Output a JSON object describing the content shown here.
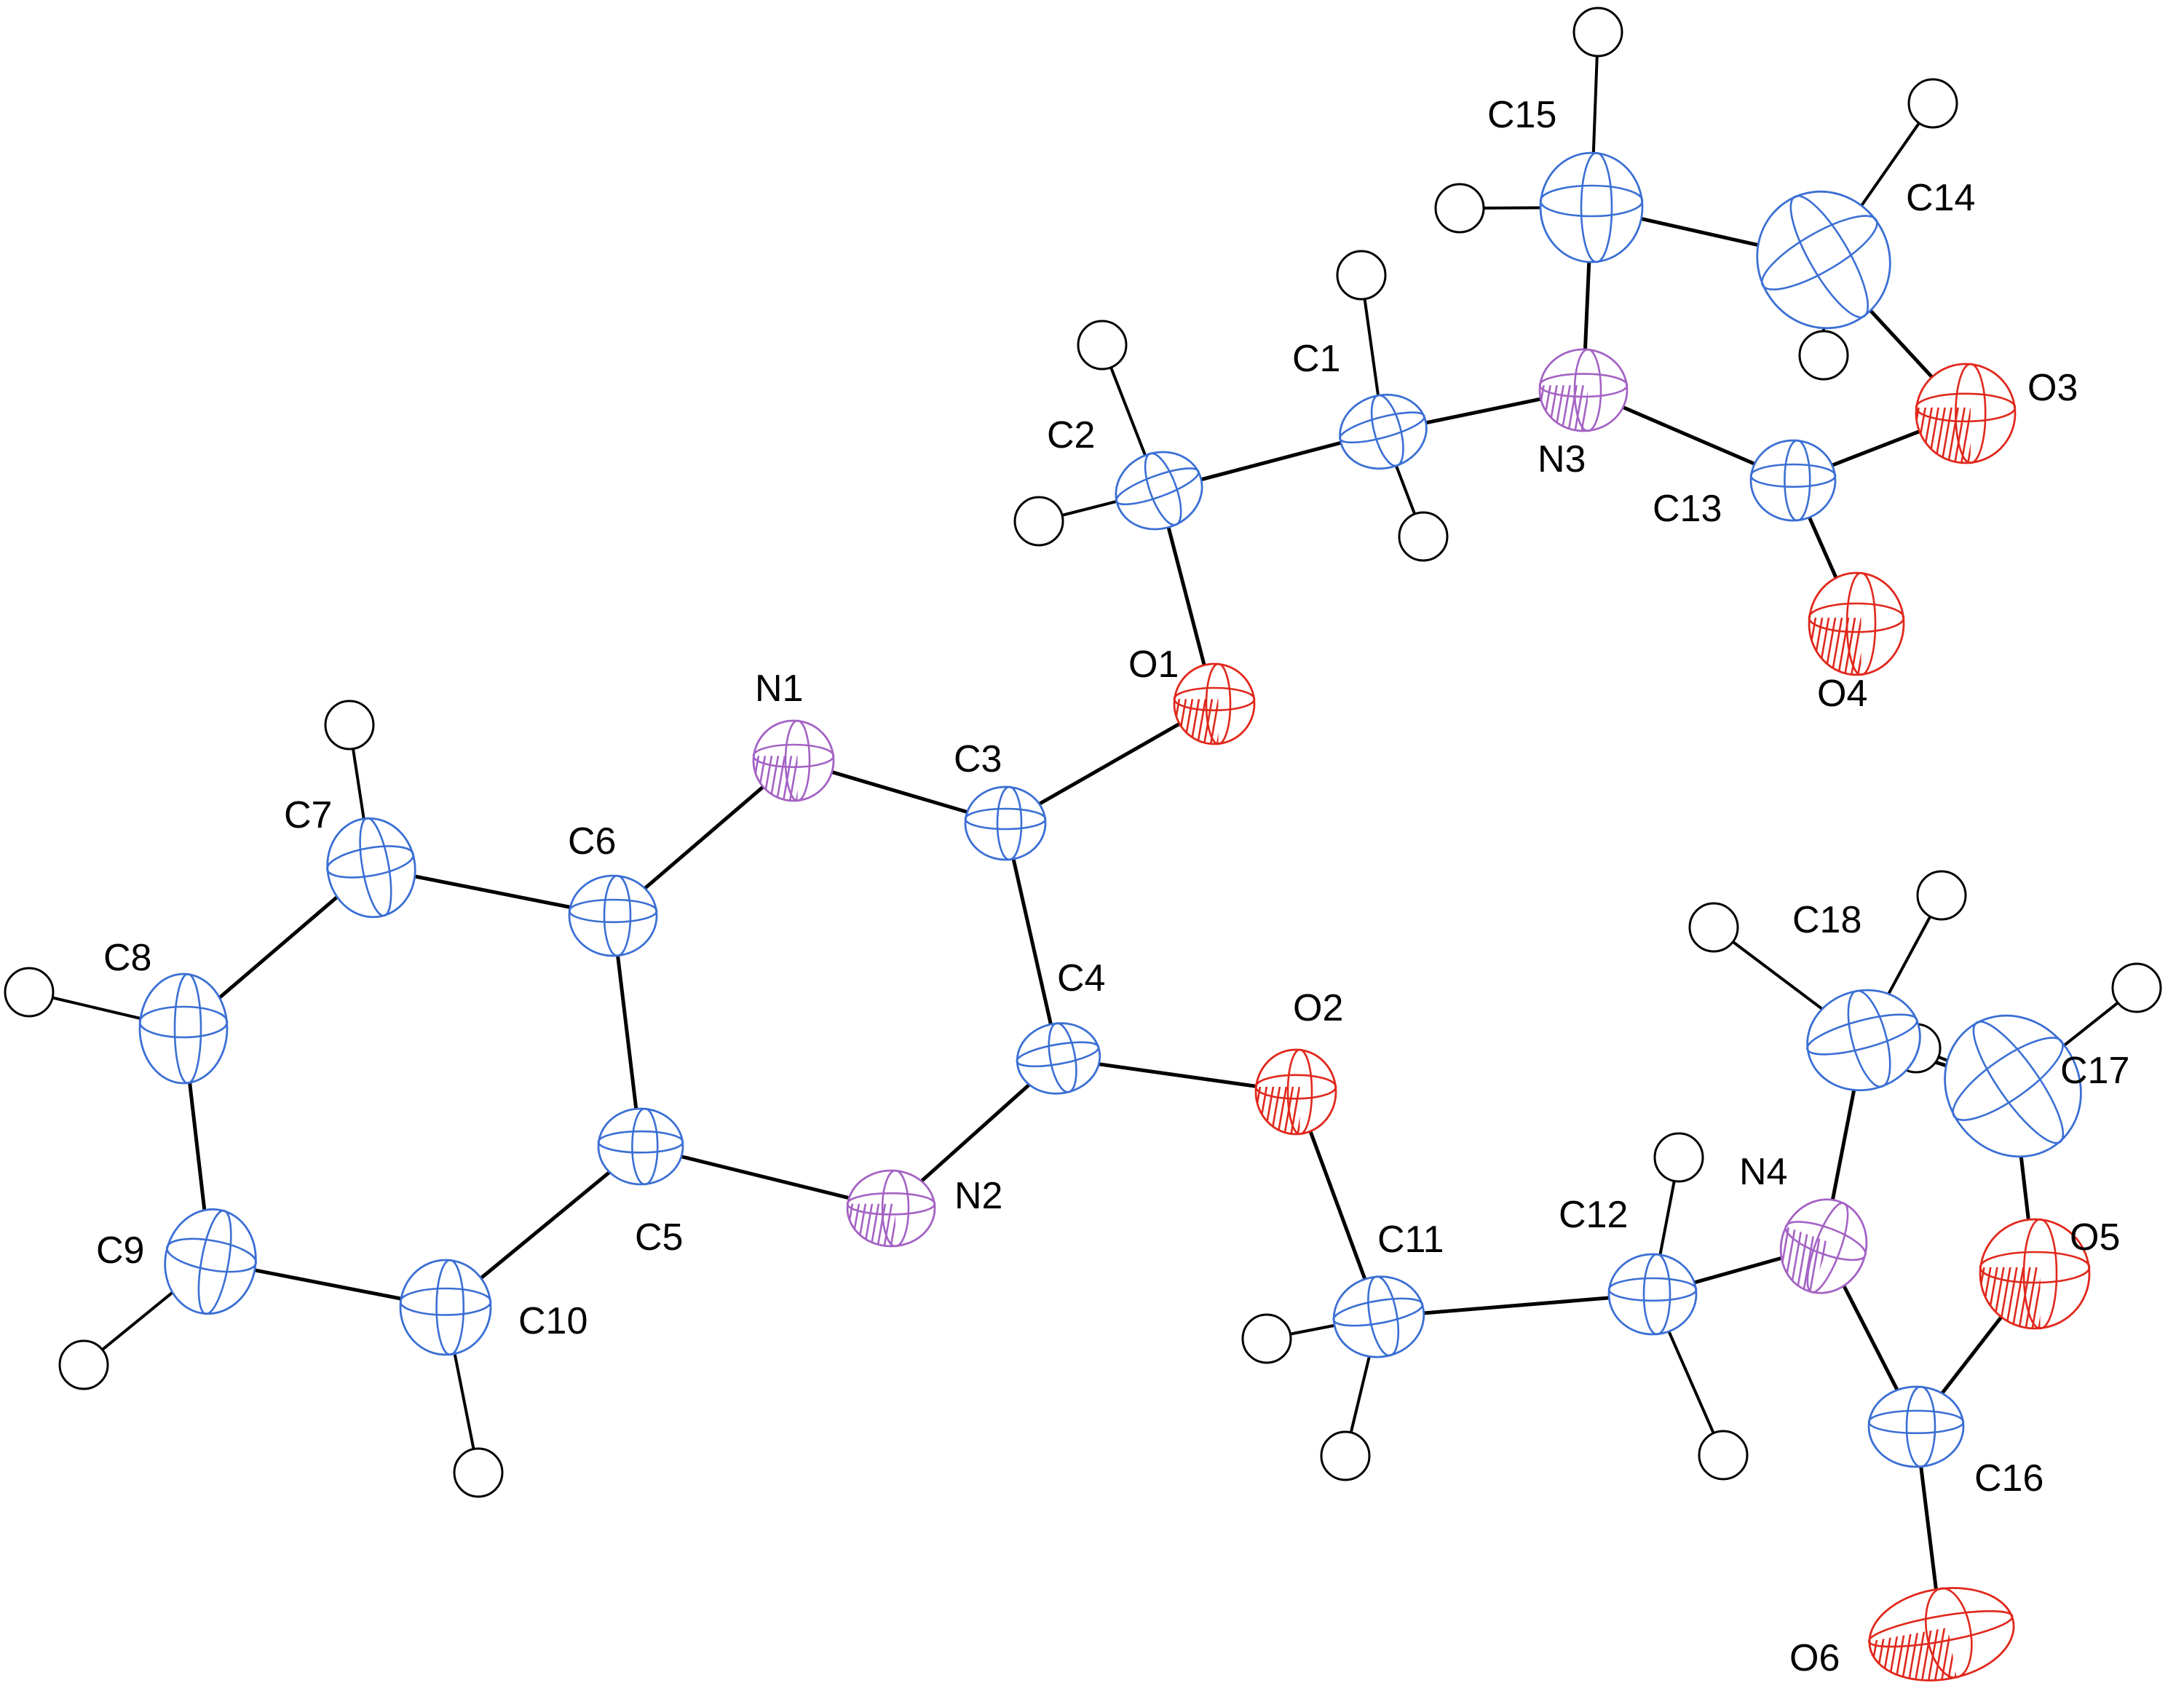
{
  "colors": {
    "C": "#3b6fd4",
    "N": "#a463c4",
    "O": "#e0281c",
    "H": "#000000",
    "bond": "#000000"
  },
  "atoms": {
    "C1": {
      "label": "C1",
      "element": "C"
    },
    "C2": {
      "label": "C2",
      "element": "C"
    },
    "C3": {
      "label": "C3",
      "element": "C"
    },
    "C4": {
      "label": "C4",
      "element": "C"
    },
    "C5": {
      "label": "C5",
      "element": "C"
    },
    "C6": {
      "label": "C6",
      "element": "C"
    },
    "C7": {
      "label": "C7",
      "element": "C"
    },
    "C8": {
      "label": "C8",
      "element": "C"
    },
    "C9": {
      "label": "C9",
      "element": "C"
    },
    "C10": {
      "label": "C10",
      "element": "C"
    },
    "C11": {
      "label": "C11",
      "element": "C"
    },
    "C12": {
      "label": "C12",
      "element": "C"
    },
    "C13": {
      "label": "C13",
      "element": "C"
    },
    "C14": {
      "label": "C14",
      "element": "C"
    },
    "C15": {
      "label": "C15",
      "element": "C"
    },
    "C16": {
      "label": "C16",
      "element": "C"
    },
    "C17": {
      "label": "C17",
      "element": "C"
    },
    "C18": {
      "label": "C18",
      "element": "C"
    },
    "N1": {
      "label": "N1",
      "element": "N"
    },
    "N2": {
      "label": "N2",
      "element": "N"
    },
    "N3": {
      "label": "N3",
      "element": "N"
    },
    "N4": {
      "label": "N4",
      "element": "N"
    },
    "O1": {
      "label": "O1",
      "element": "O"
    },
    "O2": {
      "label": "O2",
      "element": "O"
    },
    "O3": {
      "label": "O3",
      "element": "O"
    },
    "O4": {
      "label": "O4",
      "element": "O"
    },
    "O5": {
      "label": "O5",
      "element": "O"
    },
    "O6": {
      "label": "O6",
      "element": "O"
    }
  },
  "bonds": [
    [
      "C6",
      "C7"
    ],
    [
      "C7",
      "C8"
    ],
    [
      "C8",
      "C9"
    ],
    [
      "C9",
      "C10"
    ],
    [
      "C10",
      "C5"
    ],
    [
      "C5",
      "C6"
    ],
    [
      "C6",
      "N1"
    ],
    [
      "N1",
      "C3"
    ],
    [
      "C3",
      "C4"
    ],
    [
      "C4",
      "N2"
    ],
    [
      "N2",
      "C5"
    ],
    [
      "C3",
      "O1"
    ],
    [
      "O1",
      "C2"
    ],
    [
      "C2",
      "C1"
    ],
    [
      "C1",
      "N3"
    ],
    [
      "N3",
      "C15"
    ],
    [
      "C15",
      "C14"
    ],
    [
      "C14",
      "O3"
    ],
    [
      "O3",
      "C13"
    ],
    [
      "C13",
      "N3"
    ],
    [
      "C13",
      "O4"
    ],
    [
      "C4",
      "O2"
    ],
    [
      "O2",
      "C11"
    ],
    [
      "C11",
      "C12"
    ],
    [
      "C12",
      "N4"
    ],
    [
      "N4",
      "C18"
    ],
    [
      "C18",
      "C17"
    ],
    [
      "C17",
      "O5"
    ],
    [
      "O5",
      "C16"
    ],
    [
      "C16",
      "N4"
    ],
    [
      "C16",
      "O6"
    ]
  ]
}
